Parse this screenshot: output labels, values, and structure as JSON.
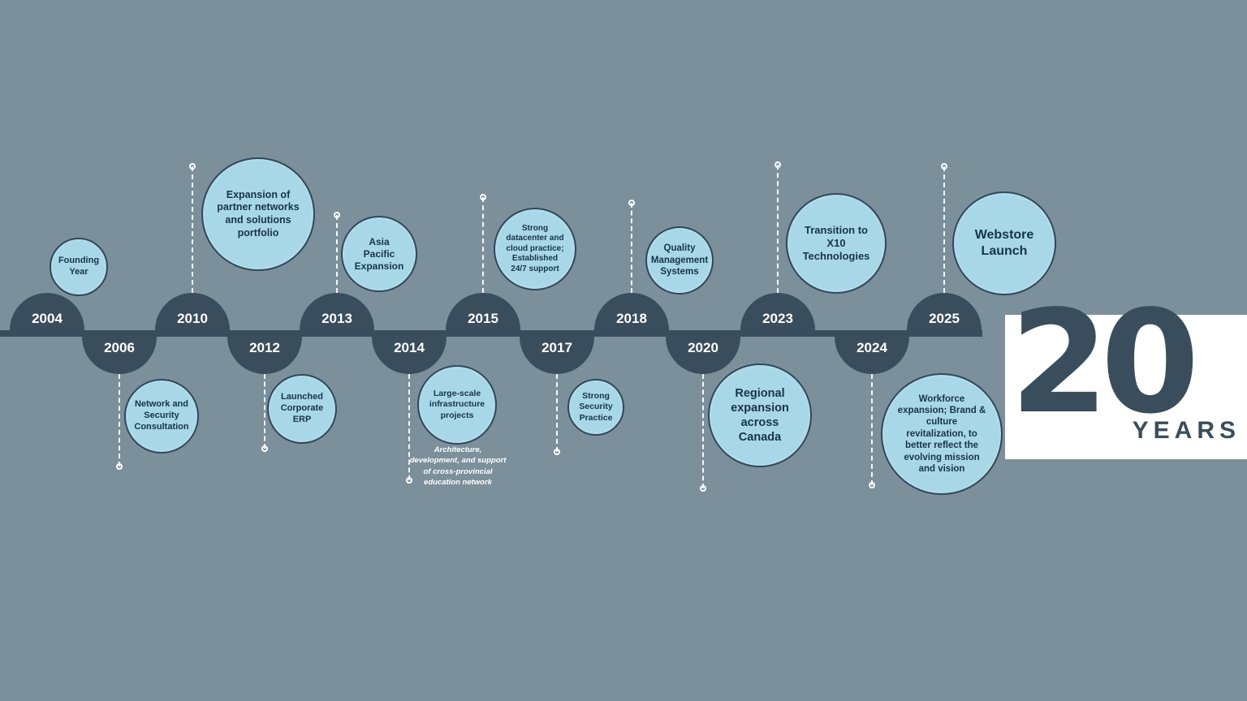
{
  "colors": {
    "bg": "#7b909b",
    "dark": "#3a4d5c",
    "bubble": "#a8d8e8",
    "bubble_border": "#33475a",
    "bubble_text": "#173449"
  },
  "milestones": [
    {
      "year": "2004",
      "side": "top",
      "label": "Founding Year"
    },
    {
      "year": "2006",
      "side": "bottom",
      "label": "Network and Security Consultation"
    },
    {
      "year": "2010",
      "side": "top",
      "label": "Expansion of partner networks and solutions portfolio"
    },
    {
      "year": "2012",
      "side": "bottom",
      "label": "Launched Corporate ERP"
    },
    {
      "year": "2013",
      "side": "top",
      "label": "Asia Pacific Expansion"
    },
    {
      "year": "2014",
      "side": "bottom",
      "label": "Large-scale infrastructure projects",
      "note": "Architecture, development, and support of cross-provincial education network"
    },
    {
      "year": "2015",
      "side": "top",
      "label": "Strong datacenter and cloud practice; Established 24/7 support"
    },
    {
      "year": "2017",
      "side": "bottom",
      "label": "Strong Security Practice"
    },
    {
      "year": "2018",
      "side": "top",
      "label": "Quality Management Systems"
    },
    {
      "year": "2020",
      "side": "bottom",
      "label": "Regional expansion across Canada"
    },
    {
      "year": "2023",
      "side": "top",
      "label": "Transition to X10 Technologies"
    },
    {
      "year": "2024",
      "side": "bottom",
      "label": "Workforce expansion; Brand & culture revitalization, to better reflect the evolving mission and vision"
    },
    {
      "year": "2025",
      "side": "top",
      "label": "Webstore Launch"
    }
  ],
  "logo": {
    "number": "20",
    "caption": "YEARS"
  }
}
